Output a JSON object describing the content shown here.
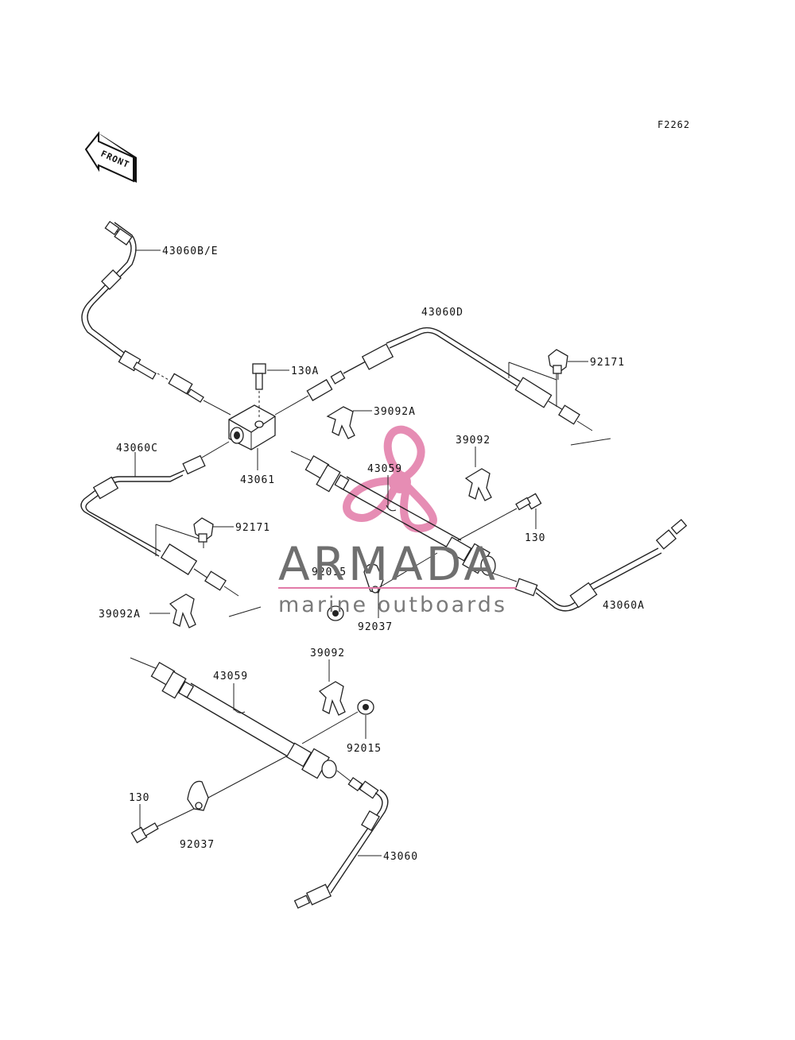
{
  "diagram": {
    "code": "F2262",
    "front_label": "FRONT",
    "callouts": [
      {
        "id": "c-43060be",
        "text": "43060B/E"
      },
      {
        "id": "c-43060d",
        "text": "43060D"
      },
      {
        "id": "c-130a",
        "text": "130A"
      },
      {
        "id": "c-92171-top",
        "text": "92171"
      },
      {
        "id": "c-39092a-top",
        "text": "39092A"
      },
      {
        "id": "c-43060c",
        "text": "43060C"
      },
      {
        "id": "c-39092-top",
        "text": "39092"
      },
      {
        "id": "c-43059-top",
        "text": "43059"
      },
      {
        "id": "c-43061",
        "text": "43061"
      },
      {
        "id": "c-130-top",
        "text": "130"
      },
      {
        "id": "c-92171-mid",
        "text": "92171"
      },
      {
        "id": "c-92015-top",
        "text": "92015"
      },
      {
        "id": "c-43060a",
        "text": "43060A"
      },
      {
        "id": "c-39092a-mid",
        "text": "39092A"
      },
      {
        "id": "c-92037-top",
        "text": "92037"
      },
      {
        "id": "c-39092-bot",
        "text": "39092"
      },
      {
        "id": "c-43059-bot",
        "text": "43059"
      },
      {
        "id": "c-92015-bot",
        "text": "92015"
      },
      {
        "id": "c-130-bot",
        "text": "130"
      },
      {
        "id": "c-92037-bot",
        "text": "92037"
      },
      {
        "id": "c-43060",
        "text": "43060"
      }
    ]
  },
  "watermark": {
    "brand": "ARMADA",
    "tagline": "marine outboards",
    "accent_color": "#e27aa8"
  }
}
